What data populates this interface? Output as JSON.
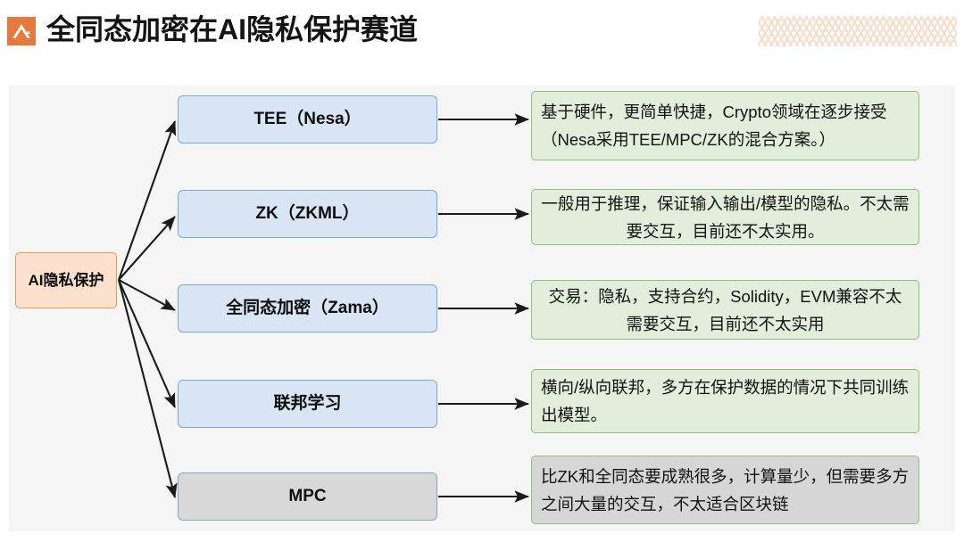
{
  "header": {
    "icon": "mountain-logo-icon",
    "title": "全同态加密在AI隐私保护赛道",
    "decoration": "chevron-pattern"
  },
  "diagram": {
    "root": {
      "label": "AI隐私保护",
      "fill": "#fbe0cd",
      "stroke": "#e9974f"
    },
    "branches": [
      {
        "id": "tee",
        "label": "TEE（Nesa）",
        "fill": "#d9e5f5",
        "stroke": "#7ba7d7",
        "description": "基于硬件，更简单快捷，Crypto领域在逐步接受（Nesa采用TEE/MPC/ZK的混合方案。）",
        "description_fill": "#e2eedb",
        "description_stroke": "#8ec07c"
      },
      {
        "id": "zk",
        "label": "ZK（ZKML）",
        "fill": "#d9e5f5",
        "stroke": "#7ba7d7",
        "description": "一般用于推理，保证输入输出/模型的隐私。不太需要交互，目前还不太实用。",
        "description_fill": "#e2eedb",
        "description_stroke": "#8ec07c"
      },
      {
        "id": "fhe",
        "label": "全同态加密（Zama）",
        "fill": "#d9e5f5",
        "stroke": "#7ba7d7",
        "description": "交易：隐私，支持合约，Solidity，EVM兼容不太需要交互，目前还不太实用",
        "description_fill": "#e2eedb",
        "description_stroke": "#8ec07c"
      },
      {
        "id": "fl",
        "label": "联邦学习",
        "fill": "#d9e5f5",
        "stroke": "#7ba7d7",
        "description": "横向/纵向联邦，多方在保护数据的情况下共同训练出模型。",
        "description_fill": "#e2eedb",
        "description_stroke": "#8ec07c"
      },
      {
        "id": "mpc",
        "label": "MPC",
        "fill": "#d8d8d8",
        "stroke": "#7ba7d7",
        "description": "比ZK和全同态要成熟很多，计算量少，但需要多方之间大量的交互，不太适合区块链",
        "description_fill": "#d6d6d6",
        "description_stroke": "#8ec07c"
      }
    ],
    "arrow_color": "#1a1a1a",
    "panel_background": "#f5f5f5"
  }
}
